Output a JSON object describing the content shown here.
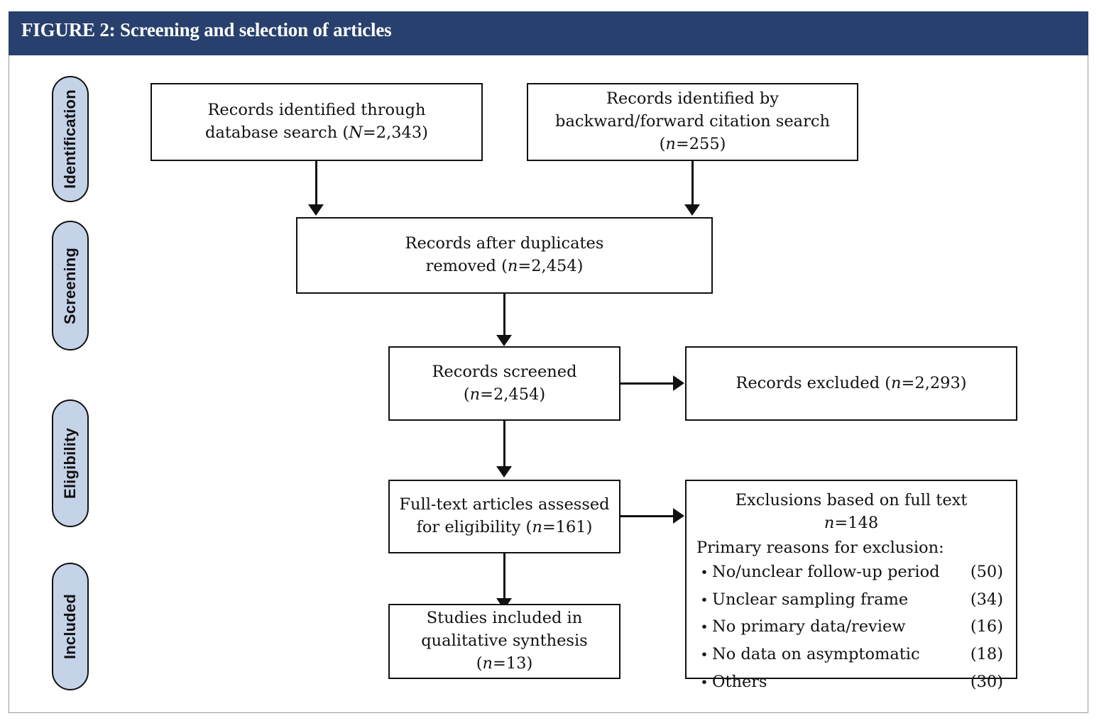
{
  "figure": {
    "title": "FIGURE 2: Screening and selection of articles",
    "header_color": "#28406d",
    "stage_fill_color": "#c5d3e9",
    "border_color": "#111111"
  },
  "stages": [
    {
      "label": "Identification"
    },
    {
      "label": "Screening"
    },
    {
      "label": "Eligibility"
    },
    {
      "label": "Included"
    }
  ],
  "boxes": {
    "database_search": {
      "line1": "Records identified through",
      "line2_prefix": "database search (",
      "line2_symbol": "N",
      "line2_suffix": "=2,343)"
    },
    "citation_search": {
      "line1": "Records identified by",
      "line2_prefix": "backward/forward citation search (",
      "line2_symbol": "n",
      "line2_suffix": "=255)"
    },
    "duplicates_removed": {
      "line1": "Records after duplicates",
      "line2_prefix": "removed (",
      "line2_symbol": "n",
      "line2_suffix": "=2,454)"
    },
    "records_screened": {
      "line1_prefix": "Records screened (",
      "line1_symbol": "n",
      "line1_suffix": "=2,454)"
    },
    "records_excluded": {
      "line1_prefix": "Records excluded (",
      "line1_symbol": "n",
      "line1_suffix": "=2,293)"
    },
    "full_text_assessed": {
      "line1": "Full-text articles assessed",
      "line2_prefix": "for eligibility (",
      "line2_symbol": "n",
      "line2_suffix": "=161)"
    },
    "studies_included": {
      "line1": "Studies included in",
      "line2_prefix": "qualitative synthesis (",
      "line2_symbol": "n",
      "line2_suffix": "=13)"
    },
    "exclusions_full_text": {
      "heading": "Exclusions based on full text",
      "count_symbol": "n",
      "count_value": "=148",
      "subheading": "Primary reasons for exclusion:",
      "bullet_glyph": "•",
      "reasons": [
        {
          "reason": "No/unclear follow-up period",
          "count": "(50)"
        },
        {
          "reason": "Unclear sampling frame",
          "count": "(34)"
        },
        {
          "reason": "No primary data/review",
          "count": "(16)"
        },
        {
          "reason": "No data on asymptomatic",
          "count": "(18)"
        },
        {
          "reason": "Others",
          "count": "(30)"
        }
      ]
    }
  },
  "chart_data": {
    "type": "diagram",
    "title": "FIGURE 2: Screening and selection of articles",
    "diagram_kind": "PRISMA flow diagram",
    "nodes": [
      {
        "id": "database_search",
        "stage": "Identification",
        "label": "Records identified through database search (N=2,343)",
        "value": 2343
      },
      {
        "id": "citation_search",
        "stage": "Identification",
        "label": "Records identified by backward/forward citation search (n=255)",
        "value": 255
      },
      {
        "id": "duplicates_removed",
        "stage": "Screening",
        "label": "Records after duplicates removed (n=2,454)",
        "value": 2454
      },
      {
        "id": "records_screened",
        "stage": "Screening",
        "label": "Records screened (n=2,454)",
        "value": 2454
      },
      {
        "id": "records_excluded",
        "stage": "Screening",
        "label": "Records excluded (n=2,293)",
        "value": 2293
      },
      {
        "id": "full_text_assessed",
        "stage": "Eligibility",
        "label": "Full-text articles assessed for eligibility (n=161)",
        "value": 161
      },
      {
        "id": "exclusions_full_text",
        "stage": "Eligibility",
        "label": "Exclusions based on full text n=148",
        "value": 148
      },
      {
        "id": "studies_included",
        "stage": "Included",
        "label": "Studies included in qualitative synthesis (n=13)",
        "value": 13
      }
    ],
    "edges": [
      {
        "from": "database_search",
        "to": "duplicates_removed"
      },
      {
        "from": "citation_search",
        "to": "duplicates_removed"
      },
      {
        "from": "duplicates_removed",
        "to": "records_screened"
      },
      {
        "from": "records_screened",
        "to": "records_excluded"
      },
      {
        "from": "records_screened",
        "to": "full_text_assessed"
      },
      {
        "from": "full_text_assessed",
        "to": "exclusions_full_text"
      },
      {
        "from": "full_text_assessed",
        "to": "studies_included"
      }
    ],
    "exclusion_reasons": {
      "categories": [
        "No/unclear follow-up period",
        "Unclear sampling frame",
        "No primary data/review",
        "No data on asymptomatic",
        "Others"
      ],
      "values": [
        50,
        34,
        16,
        18,
        30
      ],
      "total": 148
    }
  }
}
